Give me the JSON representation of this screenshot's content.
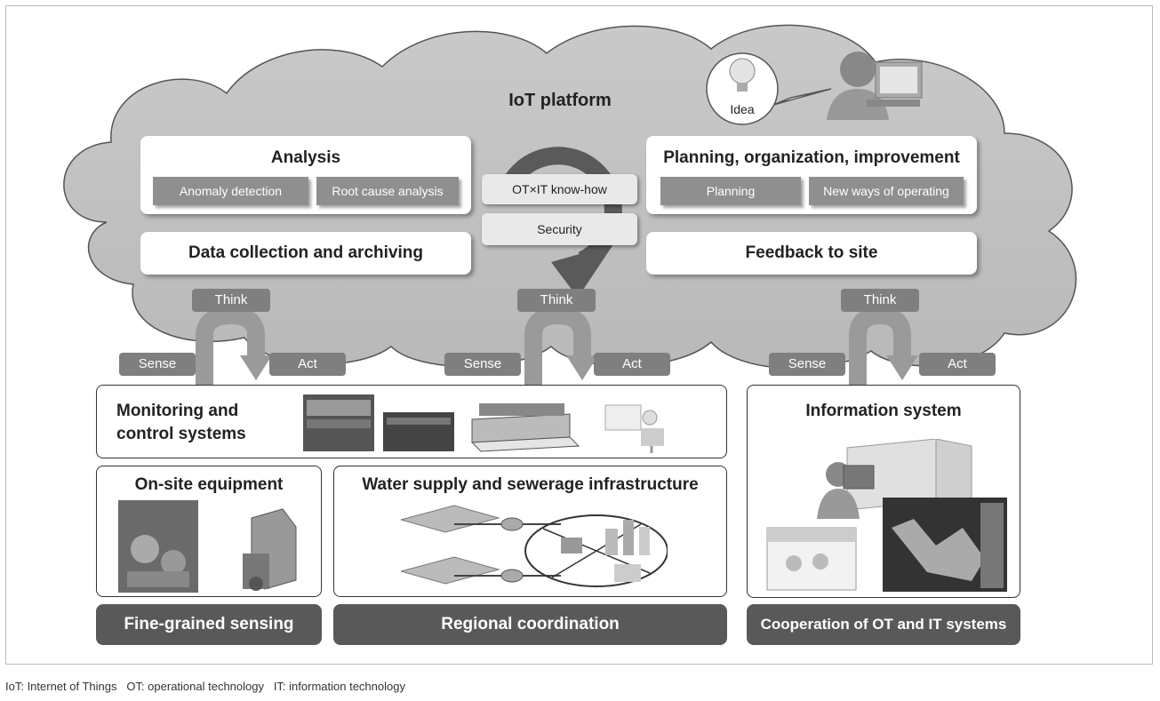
{
  "platform": {
    "title": "IoT platform",
    "idea_label": "Idea"
  },
  "boxes": {
    "analysis": {
      "title": "Analysis",
      "items": [
        "Anomaly detection",
        "Root cause analysis"
      ]
    },
    "planning": {
      "title": "Planning, organization, improvement",
      "items": [
        "Planning",
        "New ways of operating"
      ]
    },
    "collection": "Data collection and archiving",
    "feedback": "Feedback to site",
    "otit": "OT×IT know-how",
    "security": "Security"
  },
  "loops": [
    {
      "think": "Think",
      "sense": "Sense",
      "act": "Act"
    },
    {
      "think": "Think",
      "sense": "Sense",
      "act": "Act"
    },
    {
      "think": "Think",
      "sense": "Sense",
      "act": "Act"
    }
  ],
  "panels": {
    "monitoring": "Monitoring and\ncontrol systems",
    "information": "Information system",
    "onsite": "On-site equipment",
    "water": "Water supply and sewerage infrastructure"
  },
  "bands": [
    "Fine-grained sensing",
    "Regional coordination",
    "Cooperation of OT and IT systems"
  ],
  "footnote": "IoT: Internet of Things   OT: operational technology   IT: information technology"
}
